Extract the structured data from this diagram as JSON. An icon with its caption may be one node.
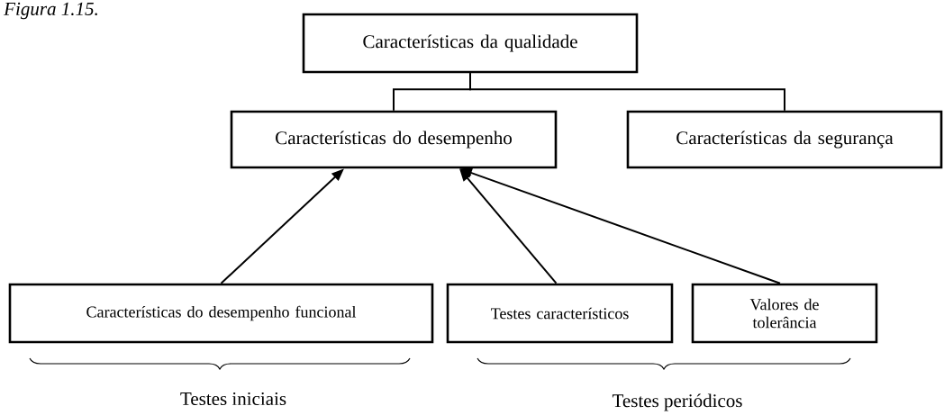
{
  "diagram": {
    "nodes": [
      {
        "text": [
          "Características da qualidade"
        ]
      },
      {
        "text": [
          "Características do desempenho"
        ]
      },
      {
        "text": [
          "Características da segurança"
        ]
      },
      {
        "text": [
          "Características do desempenho funcional"
        ]
      },
      {
        "text": [
          "Testes característicos"
        ]
      },
      {
        "text": [
          "Valores de tolerância"
        ]
      }
    ],
    "edges": [
      {
        "from": 0,
        "to": 1,
        "arrow": "none"
      },
      {
        "from": 0,
        "to": 2,
        "arrow": "none"
      },
      {
        "from": 3,
        "to": 1,
        "arrow": "to"
      },
      {
        "from": 4,
        "to": 1,
        "arrow": "to"
      },
      {
        "from": 5,
        "to": 1,
        "arrow": "to"
      }
    ],
    "labels": [
      "Figura 1.15.",
      "Testes iniciais",
      "Testes periódicos"
    ]
  }
}
